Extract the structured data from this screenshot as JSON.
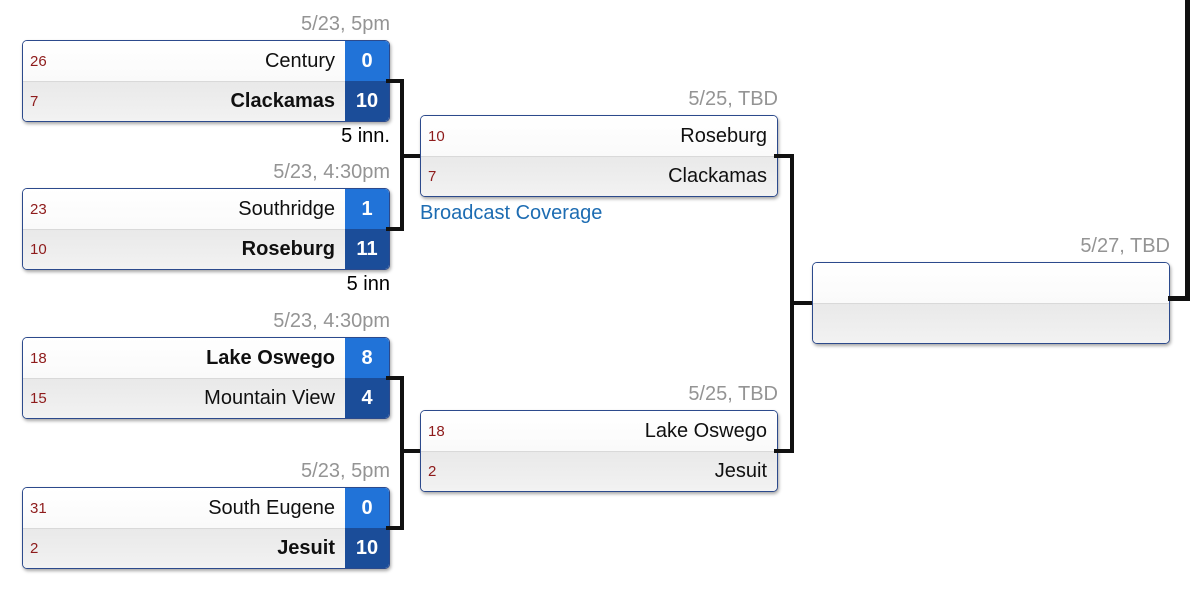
{
  "matches": {
    "r1m1": {
      "date": "5/23, 5pm",
      "note": "5 inn.",
      "teams": [
        {
          "seed": "26",
          "name": "Century",
          "score": "0",
          "winner": false
        },
        {
          "seed": "7",
          "name": "Clackamas",
          "score": "10",
          "winner": true
        }
      ]
    },
    "r1m2": {
      "date": "5/23, 4:30pm",
      "note": "5 inn",
      "teams": [
        {
          "seed": "23",
          "name": "Southridge",
          "score": "1",
          "winner": false
        },
        {
          "seed": "10",
          "name": "Roseburg",
          "score": "11",
          "winner": true
        }
      ]
    },
    "r1m3": {
      "date": "5/23, 4:30pm",
      "teams": [
        {
          "seed": "18",
          "name": "Lake Oswego",
          "score": "8",
          "winner": true
        },
        {
          "seed": "15",
          "name": "Mountain View",
          "score": "4",
          "winner": false
        }
      ]
    },
    "r1m4": {
      "date": "5/23, 5pm",
      "teams": [
        {
          "seed": "31",
          "name": "South Eugene",
          "score": "0",
          "winner": false
        },
        {
          "seed": "2",
          "name": "Jesuit",
          "score": "10",
          "winner": true
        }
      ]
    },
    "r2m1": {
      "date": "5/25, TBD",
      "link": "Broadcast Coverage",
      "teams": [
        {
          "seed": "10",
          "name": "Roseburg",
          "winner": false
        },
        {
          "seed": "7",
          "name": "Clackamas",
          "winner": false
        }
      ]
    },
    "r2m2": {
      "date": "5/25, TBD",
      "teams": [
        {
          "seed": "18",
          "name": "Lake Oswego",
          "winner": false
        },
        {
          "seed": "2",
          "name": "Jesuit",
          "winner": false
        }
      ]
    },
    "final": {
      "date": "5/27, TBD",
      "teams": [
        {
          "seed": "",
          "name": ""
        },
        {
          "seed": "",
          "name": ""
        }
      ]
    }
  },
  "colors": {
    "score_cell_top": "#2173d8",
    "score_cell_bottom": "#1b4d99",
    "seed_text": "#8e1b1b",
    "date_text": "#949494",
    "link_text": "#1d6cb2",
    "box_border": "#2c4a8c",
    "connector": "#111111"
  }
}
